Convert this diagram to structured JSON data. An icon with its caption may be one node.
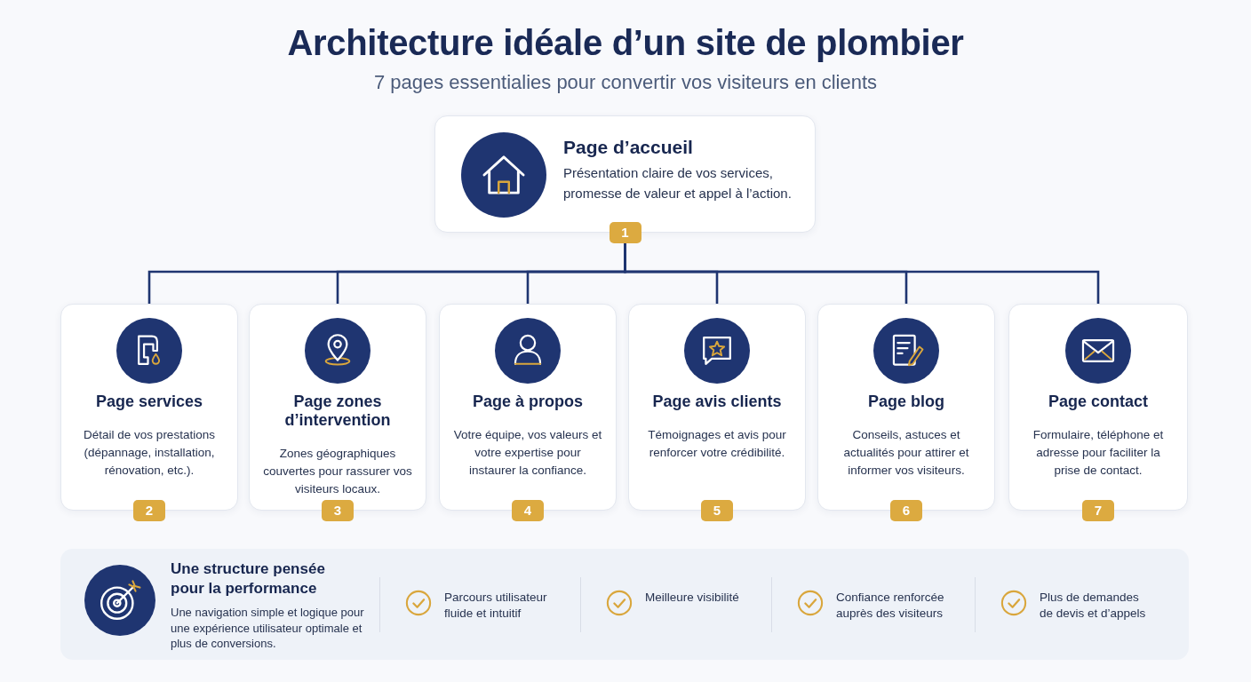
{
  "diagram": {
    "title": "Architecture idéale d’un site de plombier",
    "nodes": [
      {
        "text": [
          "Page d’accueil",
          "Présentation claire de vos services, promesse de valeur et appel à l’action."
        ],
        "beside": [
          "1"
        ]
      },
      {
        "text": [
          "Page services",
          "Détail de vos prestations (dépannage, installation, rénovation, etc.)."
        ],
        "beside": [
          "2"
        ]
      },
      {
        "text": [
          "Page zones d’intervention",
          "Zones géographiques couvertes pour rassurer vos visiteurs locaux."
        ],
        "beside": [
          "3"
        ]
      },
      {
        "text": [
          "Page à propos",
          "Votre équipe, vos valeurs et votre expertise pour instaurer la confiance."
        ],
        "beside": [
          "4"
        ]
      },
      {
        "text": [
          "Page avis clients",
          "Témoignages et avis pour renforcer votre crédibilité."
        ],
        "beside": [
          "5"
        ]
      },
      {
        "text": [
          "Page blog",
          "Conseils, astuces et actualités pour attirer et informer vos visiteurs."
        ],
        "beside": [
          "6"
        ]
      },
      {
        "text": [
          "Page contact",
          "Formulaire, téléphone et adresse pour faciliter la prise de contact."
        ],
        "beside": [
          "7"
        ]
      },
      {
        "text": [
          "Une structure pensée pour la performance",
          "Une navigation simple et logique pour une expérience utilisateur optimale et plus de conversions.",
          "Parcours utilisateur fluide et intuitif",
          "Meilleure visibilité",
          "Confiance renforcée auprès des visiteurs",
          "Plus de demandes de devis et d’appels"
        ]
      }
    ],
    "edges": [
      {
        "from": 0,
        "to": 1,
        "arrow": "none"
      },
      {
        "from": 0,
        "to": 2,
        "arrow": "none"
      },
      {
        "from": 0,
        "to": 3,
        "arrow": "none"
      },
      {
        "from": 0,
        "to": 4,
        "arrow": "none"
      },
      {
        "from": 0,
        "to": 5,
        "arrow": "none"
      },
      {
        "from": 0,
        "to": 6,
        "arrow": "none"
      }
    ],
    "labels": [
      "7 pages essentialies pour convertir vos visiteurs en clients"
    ]
  }
}
